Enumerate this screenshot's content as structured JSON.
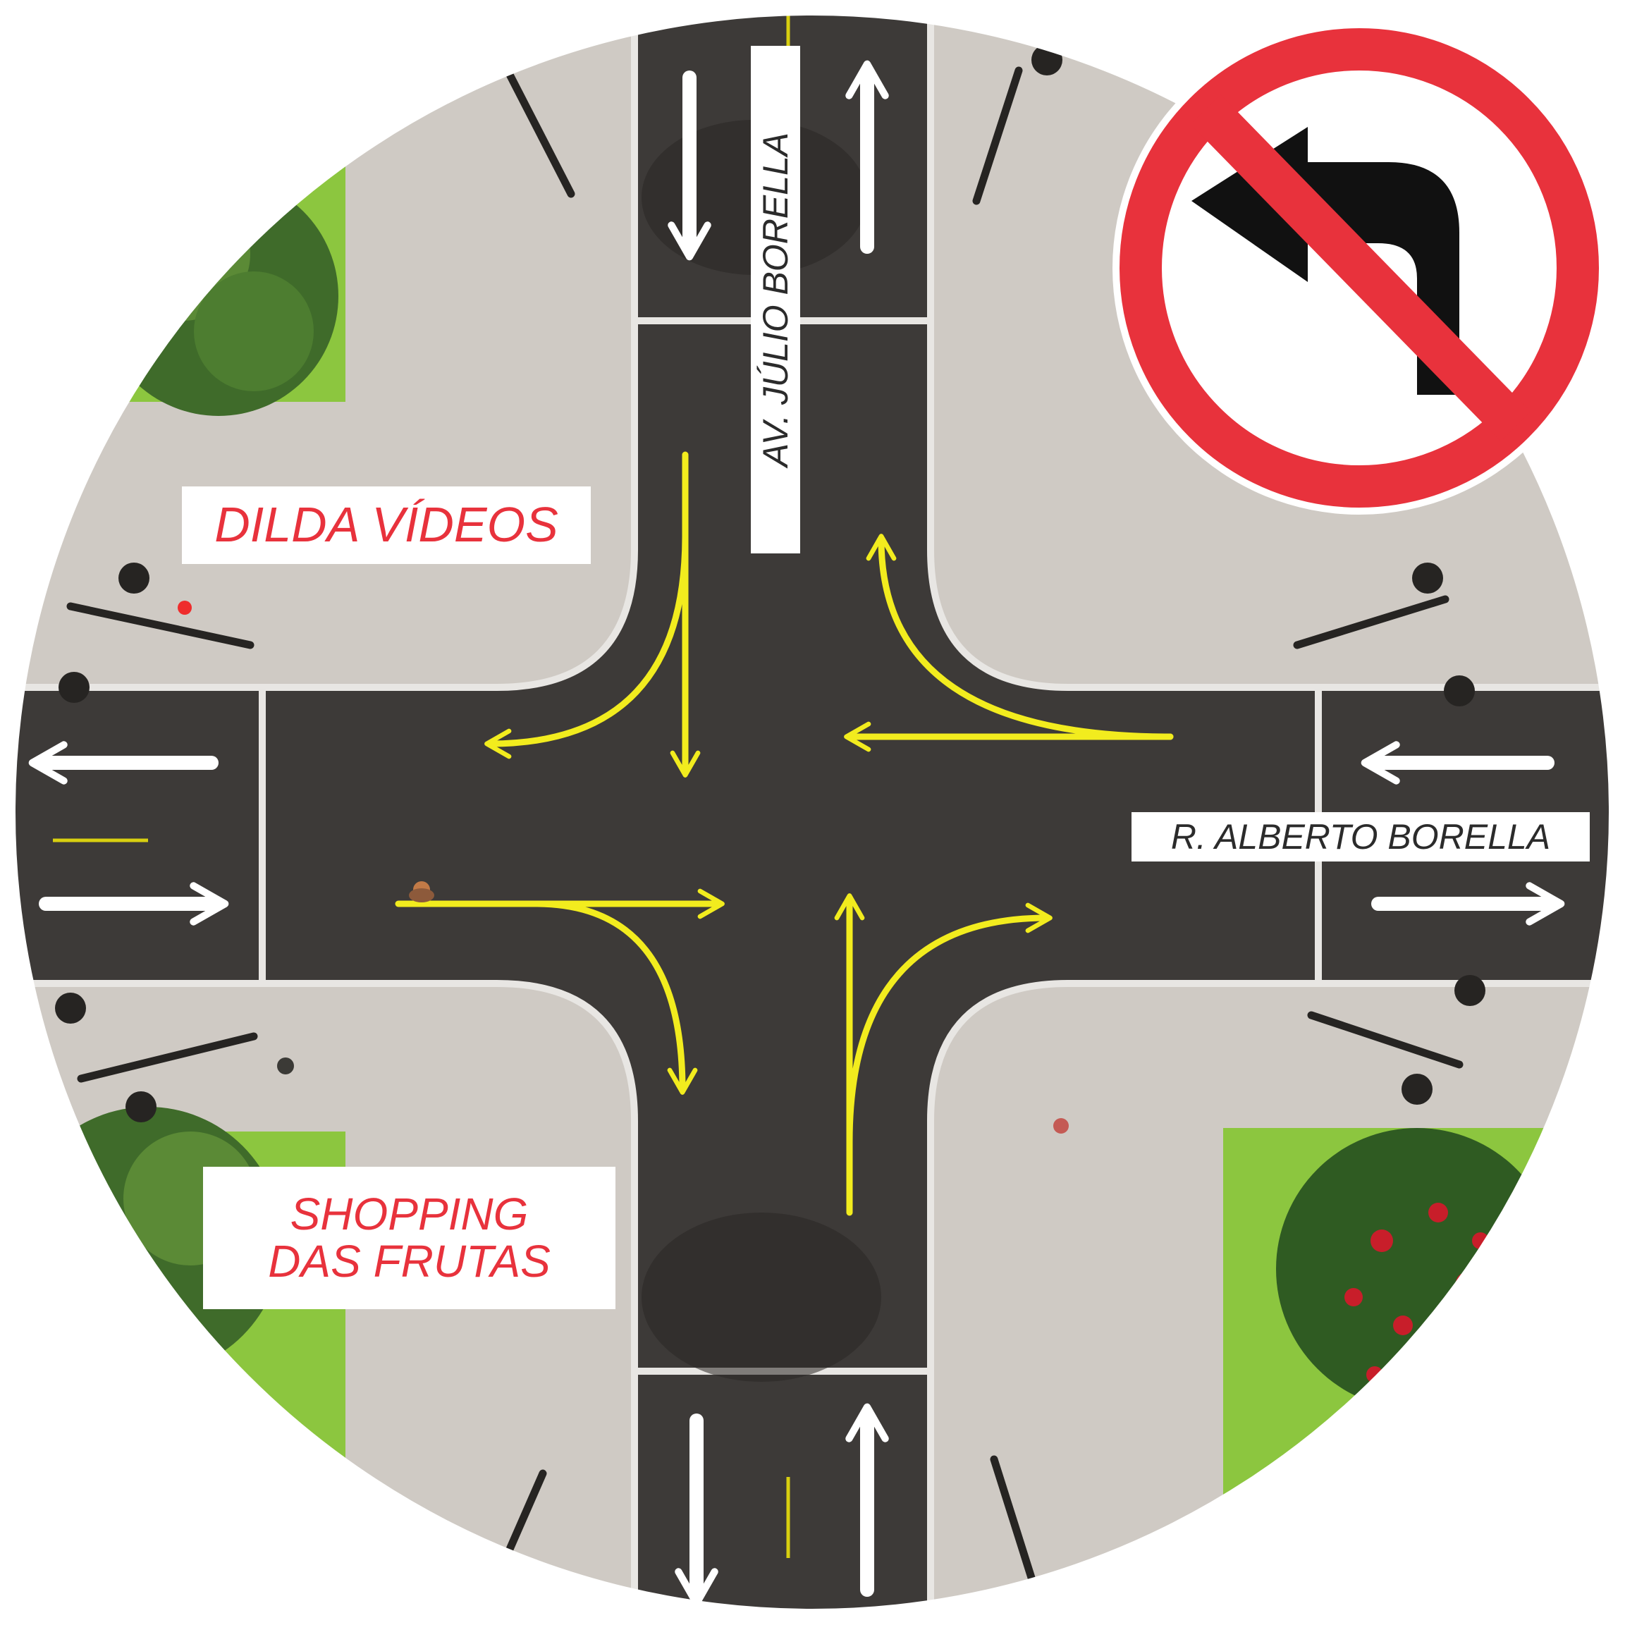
{
  "labels": {
    "street_vertical": "AV. JÚLIO BORELLA",
    "street_horizontal": "R. ALBERTO BORELLA",
    "place_top_left": "DILDA VÍDEOS",
    "place_bottom_left_line1": "SHOPPING",
    "place_bottom_left_line2": "DAS FRUTAS"
  },
  "sign": {
    "meaning": "no-left-turn",
    "ring_color": "#e8323c",
    "arrow_color": "#111111"
  },
  "colors": {
    "asphalt": "#3d3a38",
    "sidewalk": "#cfcac4",
    "grass": "#8cc63f",
    "lane_arrow": "#ffffff",
    "flow_arrow": "#f2ec1e",
    "curb": "#e8e6e3"
  }
}
